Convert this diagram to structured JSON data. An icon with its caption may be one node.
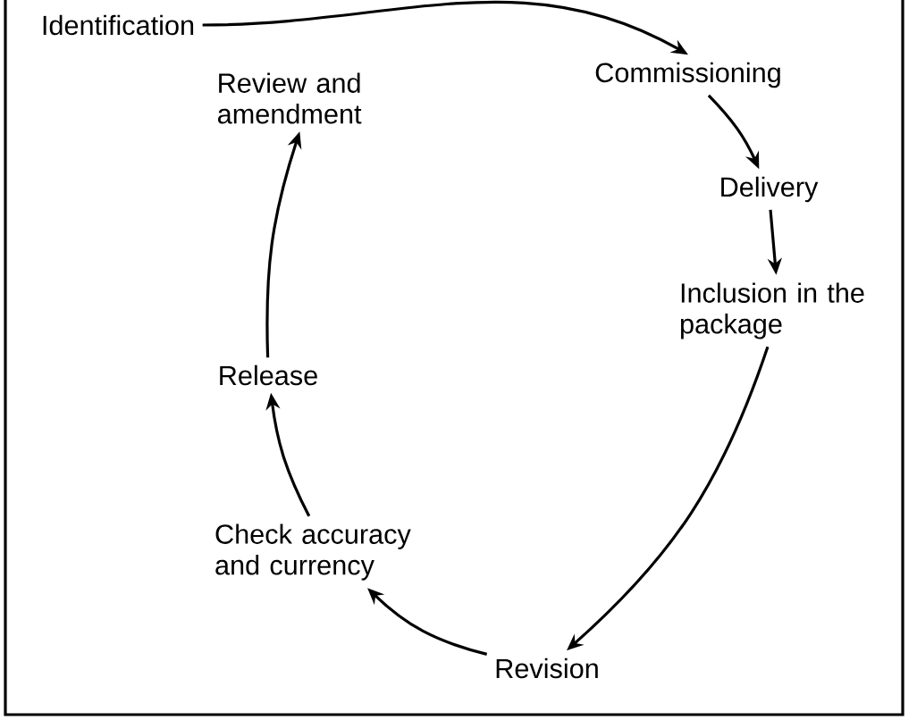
{
  "diagram": {
    "nodes": [
      {
        "text": [
          "Identification"
        ]
      },
      {
        "text": [
          "Commissioning"
        ]
      },
      {
        "text": [
          "Delivery"
        ]
      },
      {
        "text": [
          "Inclusion in the package"
        ]
      },
      {
        "text": [
          "Revision"
        ]
      },
      {
        "text": [
          "Check accuracy and currency"
        ]
      },
      {
        "text": [
          "Release"
        ]
      },
      {
        "text": [
          "Review and amendment"
        ]
      }
    ],
    "edges": [
      {
        "from": 0,
        "to": 1,
        "arrow": "to"
      },
      {
        "from": 1,
        "to": 2,
        "arrow": "to"
      },
      {
        "from": 2,
        "to": 3,
        "arrow": "to"
      },
      {
        "from": 3,
        "to": 4,
        "arrow": "to"
      },
      {
        "from": 4,
        "to": 5,
        "arrow": "to"
      },
      {
        "from": 5,
        "to": 6,
        "arrow": "to"
      },
      {
        "from": 6,
        "to": 7,
        "arrow": "to"
      }
    ]
  }
}
